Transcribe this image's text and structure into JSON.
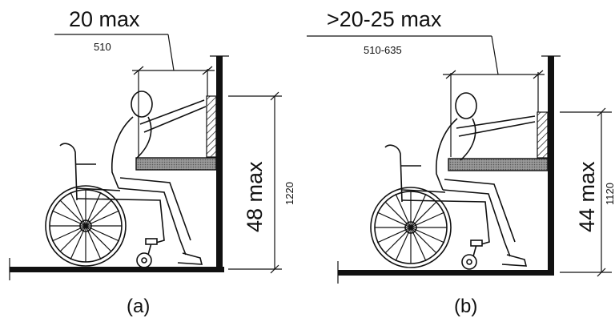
{
  "panels": [
    {
      "id": "a",
      "reach_label": "20 max",
      "reach_metric": "510",
      "height_label": "48 max",
      "height_metric": "1220",
      "caption": "(a)"
    },
    {
      "id": "b",
      "reach_label": ">20-25 max",
      "reach_metric": "510-635",
      "height_label": "44 max",
      "height_metric": "1120",
      "caption": "(b)"
    }
  ],
  "colors": {
    "ink": "#111111",
    "shelf_fill": "#8a8a8a",
    "background": "#ffffff"
  }
}
